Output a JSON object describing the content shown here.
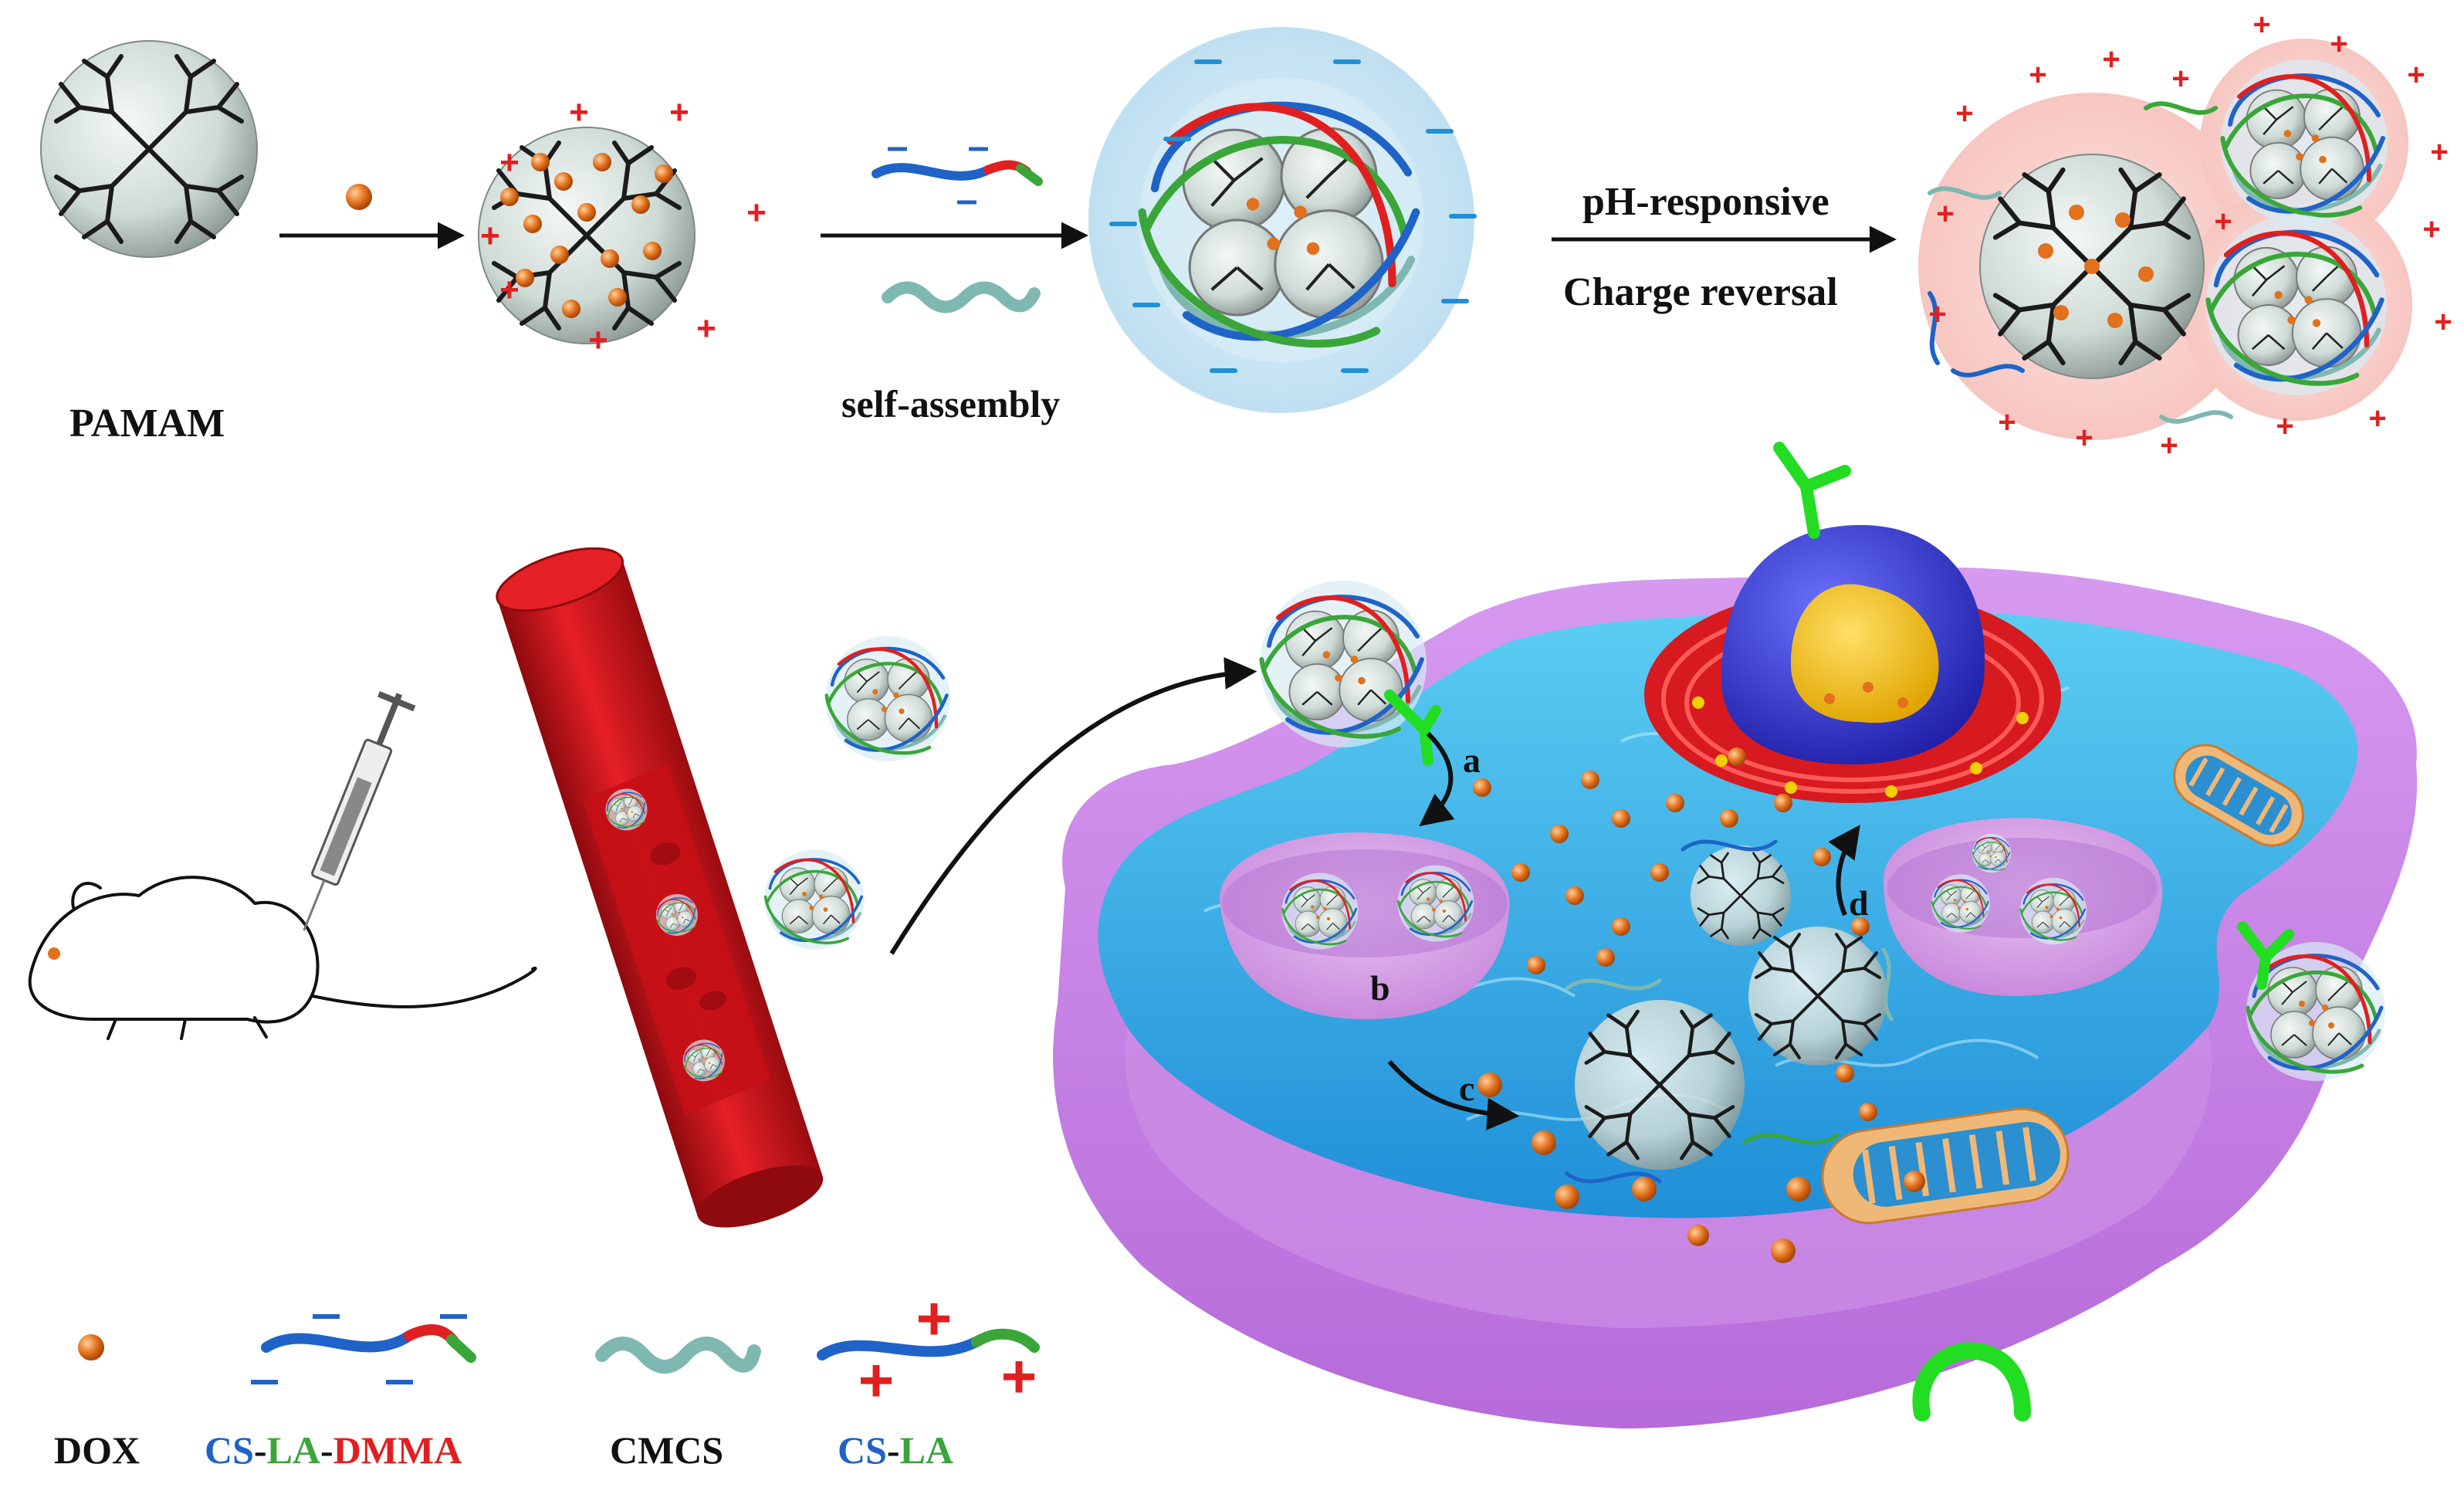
{
  "labels": {
    "pamam": "PAMAM",
    "self_assembly": "self-assembly",
    "ph_responsive": "pH-responsive",
    "charge_reversal": "Charge reversal",
    "step_a": "a",
    "step_b": "b",
    "step_c": "c",
    "step_d": "d"
  },
  "legend": {
    "dox": "DOX",
    "cs_la_dmma": {
      "cs": "CS",
      "sep1": "-",
      "la": "LA",
      "sep2": "-",
      "dmma": "DMMA"
    },
    "cmcs": "CMCS",
    "cs_la": {
      "cs": "CS",
      "sep": "-",
      "la": "LA"
    }
  },
  "charge_symbols": {
    "positive": "+",
    "negative": "−"
  },
  "colors": {
    "cs_blue": "#1f63c8",
    "la_green": "#3aa63a",
    "dmma_red": "#e02020",
    "dox_orange": "#e2701c",
    "cmcs_teal": "#7fb8b0",
    "cell_membrane": "#c77fe0",
    "cytoplasm": "#3fb3e8",
    "blood_vessel": "#d4141a",
    "nucleus": "#3a3ac8",
    "receptor": "#22dd22"
  },
  "icons": [
    "pamam-dendrimer-icon",
    "dox-drug-icon",
    "polymer-chain-icon",
    "nanoparticle-icon",
    "mouse-icon",
    "syringe-icon",
    "blood-vessel-icon",
    "cancer-cell-icon",
    "nucleus-icon",
    "mitochondrion-icon",
    "endosome-icon",
    "receptor-icon"
  ]
}
